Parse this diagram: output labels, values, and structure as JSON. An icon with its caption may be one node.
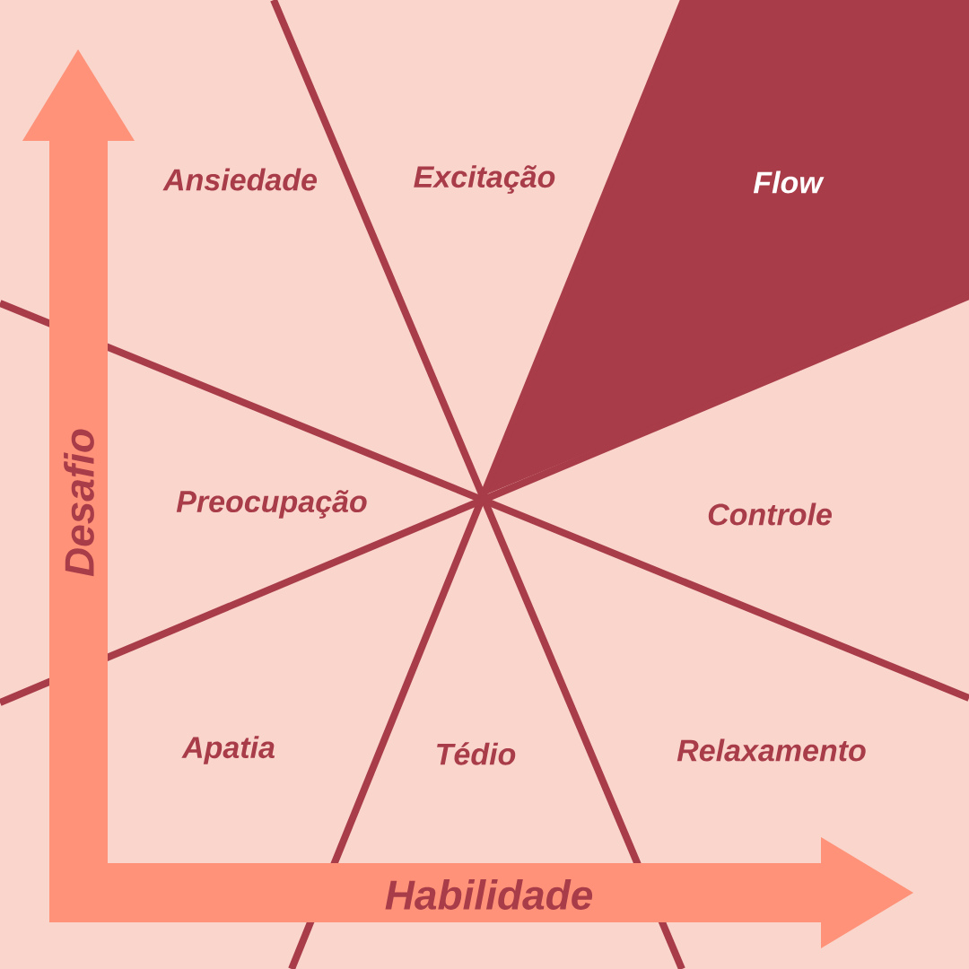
{
  "diagram": {
    "labels": [
      "Ansiedade",
      "Excitação",
      "Flow",
      "Preocupação",
      "Controle",
      "Apatia",
      "Tédio",
      "Relaxamento",
      "Desafio",
      "Habilidade"
    ]
  }
}
